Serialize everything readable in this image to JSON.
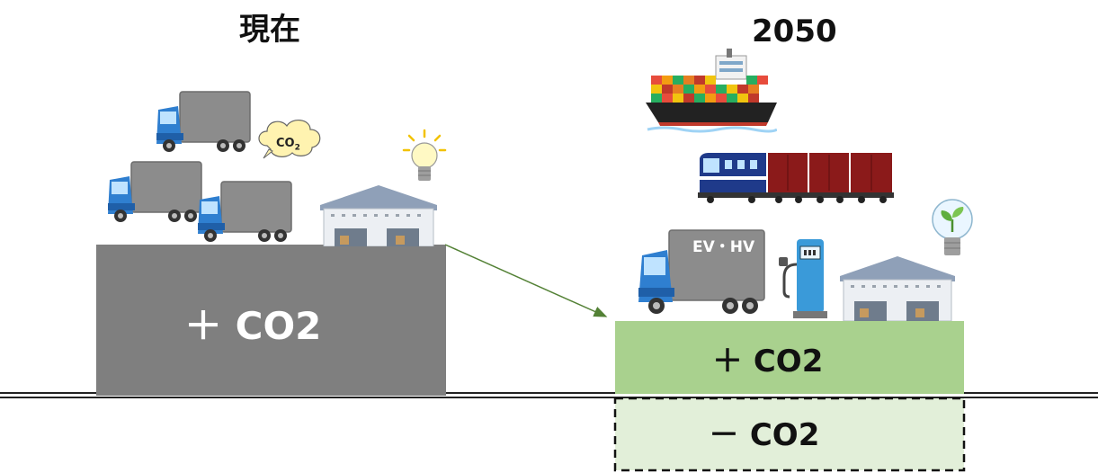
{
  "current": {
    "title": "現在",
    "bar_label": "＋ CO2",
    "bubble": {
      "main": "CO",
      "sub": "2"
    }
  },
  "future": {
    "title": "2050",
    "plus_label": "＋ CO2",
    "minus_label": "－ CO2",
    "truck_label": "EV・HV"
  },
  "colors": {
    "current_bar": "#7f7f7f",
    "future_plus": "#a9d18e",
    "future_minus": "#e2efd9",
    "arrow": "#538135",
    "truck_blue": "#2f7fd0",
    "truck_body": "#8c8c8c"
  }
}
